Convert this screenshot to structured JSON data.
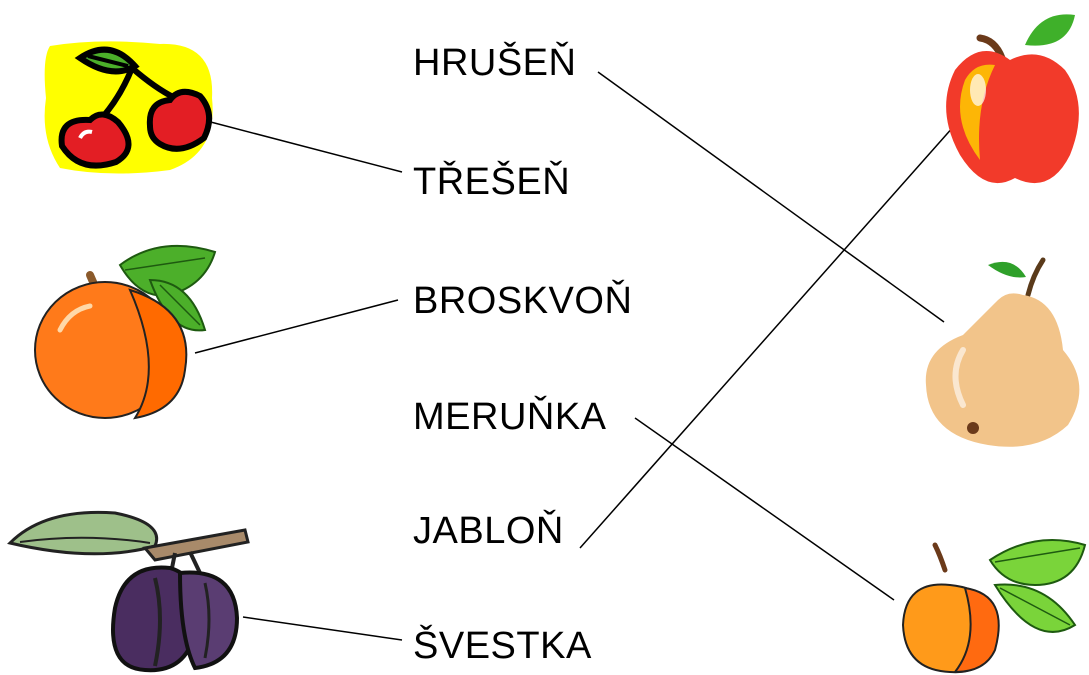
{
  "words": {
    "hrusen": "HRUŠEŇ",
    "tresen": "TŘEŠEŇ",
    "broskvon": "BROSKVOŇ",
    "merunka": "MERUŇKA",
    "jablon": "JABLOŇ",
    "svestka": "ŠVESTKA"
  },
  "colors": {
    "line": "#000000",
    "cherry_background": "#ffff00",
    "cherry": "#e31e24",
    "peach": "#ff7a1a",
    "plum": "#5a3d72",
    "apple": "#f23a2a",
    "pear": "#f2c48a",
    "apricot": "#ff9a1a",
    "leaf": "#4caf2a"
  }
}
